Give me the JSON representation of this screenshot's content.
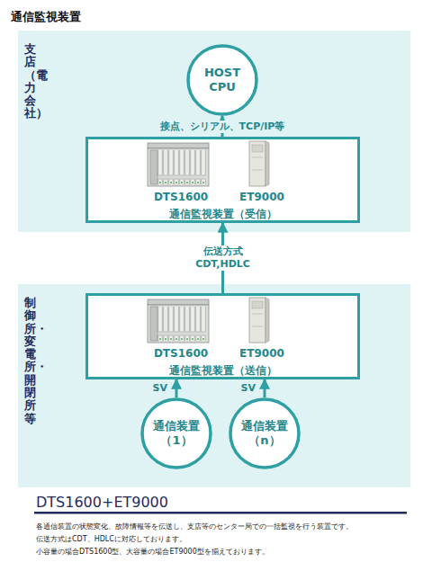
{
  "diagram": {
    "title": "通信監視装置",
    "nodes": [
      {
        "text": [
          "支店（電力会社）"
        ]
      },
      {
        "text": [
          "HOST CPU"
        ],
        "in": 0
      },
      {
        "text": [
          "DTS1600",
          "ET9000",
          "通信監視装置（受信）"
        ],
        "in": 0
      },
      {
        "text": [
          "制御所・変電所・開閉所等"
        ]
      },
      {
        "text": [
          "DTS1600",
          "ET9000",
          "通信監視装置（送信）"
        ],
        "in": 3
      },
      {
        "text": [
          "通信装置 （1）"
        ],
        "in": 3
      },
      {
        "text": [
          "通信装置 （n）"
        ],
        "in": 3
      }
    ],
    "edges": [
      {
        "from": 2,
        "to": 1,
        "label": "接点、シリアル、TCP/IP等",
        "arrow": "to"
      },
      {
        "from": 4,
        "to": 2,
        "label": "伝送方式 CDT,HDLC",
        "arrow": "to"
      },
      {
        "from": 5,
        "to": 4,
        "label": "SV",
        "arrow": "to"
      },
      {
        "from": 6,
        "to": 4,
        "label": "SV",
        "arrow": "to"
      }
    ],
    "labels": [
      "DTS1600+ET9000",
      "各通信装置の状態変化、故障情報等を伝送し、支店等のセンター局での一括監視を行う装置です。",
      "伝送方式はCDT、HDLCに対応しております。",
      "小容量の場合DTS1600型、大容量の場合ET9000型を揃えております。"
    ]
  }
}
